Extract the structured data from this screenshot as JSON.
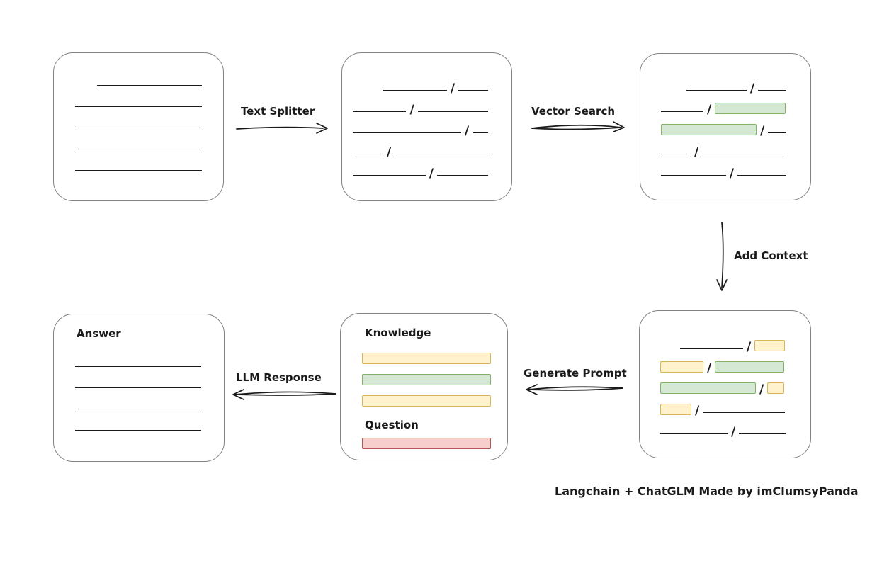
{
  "credit": "Langchain + ChatGLM Made by imClumsyPanda",
  "colors": {
    "ink": "#1a1a1a",
    "green_fill": "#d5e8d4",
    "green_border": "#82b366",
    "yellow_fill": "#fff2cc",
    "yellow_border": "#d6b656",
    "red_fill": "#f8cecc",
    "red_border": "#b85450"
  },
  "arrows": {
    "text_splitter": {
      "label": "Text Splitter"
    },
    "vector_search": {
      "label": "Vector Search"
    },
    "add_context": {
      "label": "Add Context"
    },
    "generate_prompt": {
      "label": "Generate Prompt"
    },
    "llm_response": {
      "label": "LLM Response"
    }
  },
  "boxes": {
    "document": {
      "rows": [
        {
          "align": "right",
          "segs": [
            {
              "k": "line",
              "w": 148
            }
          ]
        },
        {
          "segs": [
            {
              "k": "line",
              "w": 180
            }
          ]
        },
        {
          "segs": [
            {
              "k": "line",
              "w": 180
            }
          ]
        },
        {
          "segs": [
            {
              "k": "line",
              "w": 180
            }
          ]
        },
        {
          "segs": [
            {
              "k": "line",
              "w": 180
            }
          ]
        }
      ]
    },
    "chunks": {
      "rows": [
        {
          "indent": 43,
          "segs": [
            {
              "k": "line",
              "w": 90
            },
            {
              "k": "slash"
            },
            {
              "k": "line",
              "w": 42
            }
          ]
        },
        {
          "segs": [
            {
              "k": "line",
              "w": 76
            },
            {
              "k": "slash"
            },
            {
              "k": "line",
              "w": 100
            }
          ]
        },
        {
          "segs": [
            {
              "k": "line",
              "w": 153
            },
            {
              "k": "slash"
            },
            {
              "k": "line",
              "w": 22
            }
          ]
        },
        {
          "segs": [
            {
              "k": "line",
              "w": 43
            },
            {
              "k": "slash"
            },
            {
              "k": "line",
              "w": 132
            }
          ]
        },
        {
          "segs": [
            {
              "k": "line",
              "w": 103
            },
            {
              "k": "slash"
            },
            {
              "k": "line",
              "w": 72
            }
          ]
        }
      ]
    },
    "retrieved": {
      "rows": [
        {
          "indent": 36,
          "segs": [
            {
              "k": "line",
              "w": 85
            },
            {
              "k": "slash"
            },
            {
              "k": "line",
              "w": 40
            }
          ]
        },
        {
          "segs": [
            {
              "k": "line",
              "w": 60
            },
            {
              "k": "slash"
            },
            {
              "k": "green",
              "w": 98
            }
          ]
        },
        {
          "segs": [
            {
              "k": "green",
              "w": 133
            },
            {
              "k": "slash"
            },
            {
              "k": "line",
              "w": 25
            }
          ]
        },
        {
          "segs": [
            {
              "k": "line",
              "w": 42
            },
            {
              "k": "slash"
            },
            {
              "k": "line",
              "w": 119
            }
          ]
        },
        {
          "segs": [
            {
              "k": "line",
              "w": 92
            },
            {
              "k": "slash"
            },
            {
              "k": "line",
              "w": 69
            }
          ]
        }
      ]
    },
    "context": {
      "rows": [
        {
          "indent": 28,
          "segs": [
            {
              "k": "line",
              "w": 89
            },
            {
              "k": "slash"
            },
            {
              "k": "yellow",
              "w": 41
            }
          ]
        },
        {
          "segs": [
            {
              "k": "yellow",
              "w": 59
            },
            {
              "k": "slash"
            },
            {
              "k": "green",
              "w": 96
            }
          ]
        },
        {
          "segs": [
            {
              "k": "green",
              "w": 133
            },
            {
              "k": "slash"
            },
            {
              "k": "yellow",
              "w": 22
            }
          ]
        },
        {
          "segs": [
            {
              "k": "yellow",
              "w": 42
            },
            {
              "k": "slash"
            },
            {
              "k": "line",
              "w": 116
            }
          ]
        },
        {
          "segs": [
            {
              "k": "line",
              "w": 95
            },
            {
              "k": "slash"
            },
            {
              "k": "line",
              "w": 66
            }
          ]
        }
      ]
    },
    "prompt": {
      "knowledge_label": "Knowledge",
      "question_label": "Question",
      "knowledge_rows": [
        {
          "segs": [
            {
              "k": "yellow",
              "w": 180
            }
          ]
        },
        {
          "segs": [
            {
              "k": "green",
              "w": 180
            }
          ]
        },
        {
          "segs": [
            {
              "k": "yellow",
              "w": 180
            }
          ]
        }
      ],
      "question_rows": [
        {
          "q": true,
          "segs": [
            {
              "k": "red",
              "w": 180
            }
          ]
        }
      ]
    },
    "answer": {
      "label": "Answer",
      "rows": [
        {
          "segs": [
            {
              "k": "line",
              "w": 178
            }
          ]
        },
        {
          "segs": [
            {
              "k": "line",
              "w": 178
            }
          ]
        },
        {
          "segs": [
            {
              "k": "line",
              "w": 178
            }
          ]
        },
        {
          "segs": [
            {
              "k": "line",
              "w": 178
            }
          ]
        }
      ]
    }
  }
}
